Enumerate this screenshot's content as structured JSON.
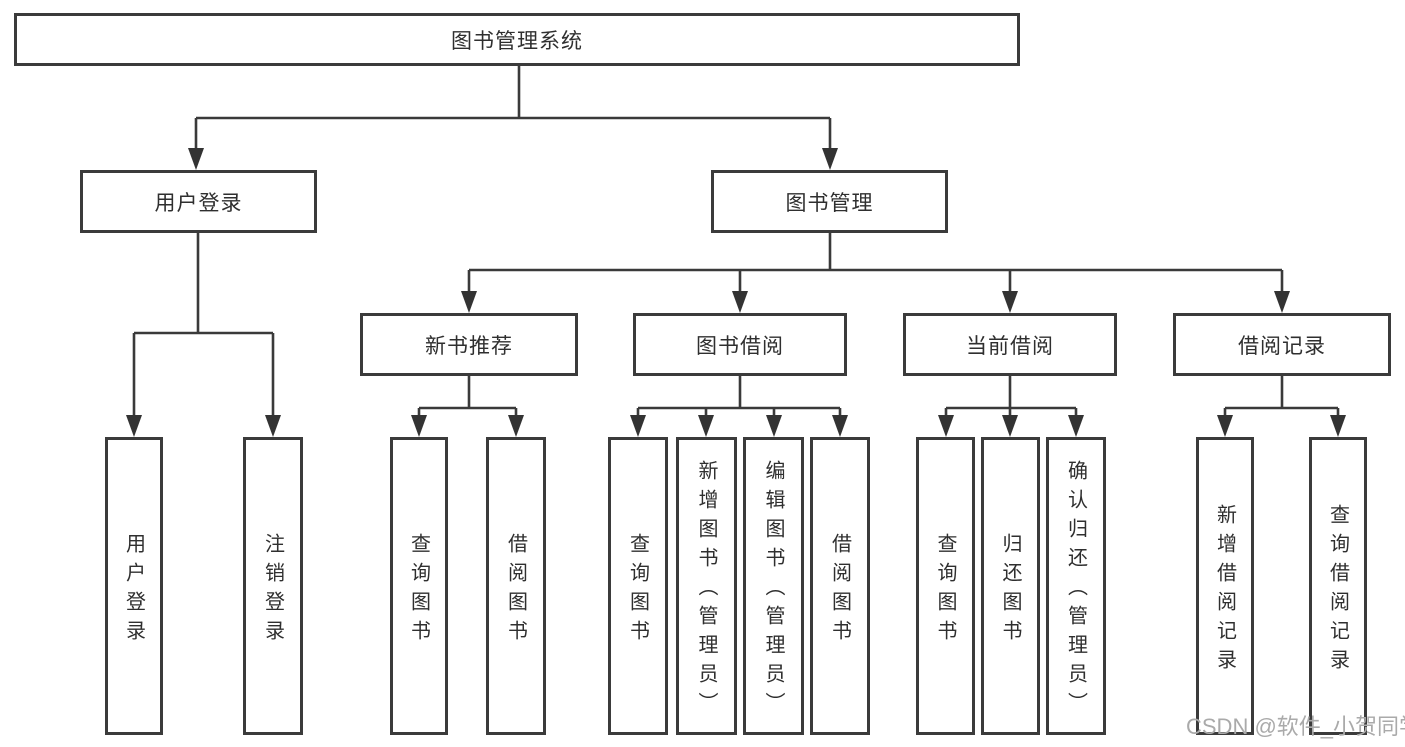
{
  "colors": {
    "line": "#3a3a3a",
    "box_border": "#3b3b3b",
    "box_background": "#ffffff",
    "text": "#2f2f2f",
    "watermark": "#aaaaaa"
  },
  "watermark": "CSDN @软件_小贺同学",
  "tree": {
    "root": {
      "label": "图书管理系统"
    },
    "branches": [
      {
        "label": "用户登录",
        "children": [
          {
            "label": "用户登录"
          },
          {
            "label": "注销登录"
          }
        ]
      },
      {
        "label": "图书管理",
        "children": [
          {
            "label": "新书推荐",
            "children": [
              {
                "label": "查询图书"
              },
              {
                "label": "借阅图书"
              }
            ]
          },
          {
            "label": "图书借阅",
            "children": [
              {
                "label": "查询图书"
              },
              {
                "label": "新增图书（管理员）"
              },
              {
                "label": "编辑图书（管理员）"
              },
              {
                "label": "借阅图书"
              }
            ]
          },
          {
            "label": "当前借阅",
            "children": [
              {
                "label": "查询图书"
              },
              {
                "label": "归还图书"
              },
              {
                "label": "确认归还（管理员）"
              }
            ]
          },
          {
            "label": "借阅记录",
            "children": [
              {
                "label": "新增借阅记录"
              },
              {
                "label": "查询借阅记录"
              }
            ]
          }
        ]
      }
    ]
  }
}
